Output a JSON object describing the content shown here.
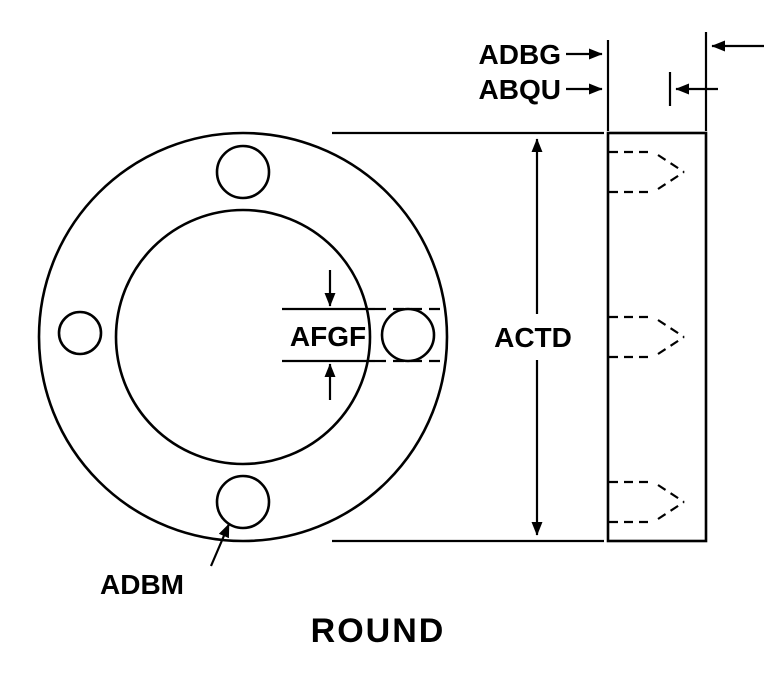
{
  "page": {
    "background_color": "#ffffff",
    "line_color": "#000000"
  },
  "diagram": {
    "type": "engineering-drawing",
    "shape": "flange-with-bolt-holes",
    "title": "ROUND",
    "labels": {
      "thickness": "ADBG",
      "thread_depth": "ABQU",
      "outer_diameter": "ACTD",
      "hole_diameter": "AFGF",
      "bolt_hole": "ADBM"
    }
  }
}
